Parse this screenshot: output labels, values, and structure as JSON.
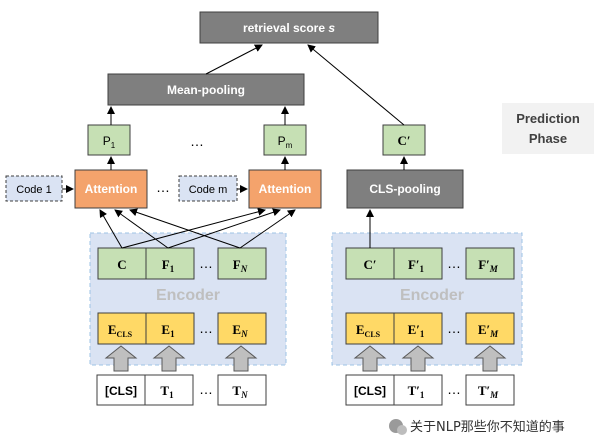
{
  "top": {
    "score_label": "retrieval score",
    "score_var": "s"
  },
  "left": {
    "mean_pooling": "Mean-pooling",
    "p1": {
      "base": "P",
      "sub": "1"
    },
    "pm": {
      "base": "P",
      "sub": "m"
    },
    "p_ellipsis": "…",
    "code1": "Code 1",
    "codem": "Code m",
    "attention": "Attention",
    "att_ellipsis": "…",
    "encoder": "Encoder",
    "out": {
      "c": "C",
      "f1_base": "F",
      "f1_sub": "1",
      "fn_base": "F",
      "fn_sub": "N",
      "ellipsis": "…"
    },
    "emb": {
      "ecls_base": "E",
      "ecls_sub": "CLS",
      "e1_base": "E",
      "e1_sub": "1",
      "en_base": "E",
      "en_sub": "N",
      "ellipsis": "…"
    },
    "tok": {
      "cls": "[CLS]",
      "t1_base": "T",
      "t1_sub": "1",
      "tn_base": "T",
      "tn_sub": "N",
      "ellipsis": "…"
    }
  },
  "right": {
    "c_prime": "C′",
    "cls_pooling": "CLS-pooling",
    "encoder": "Encoder",
    "out": {
      "c": "C′",
      "f1_base": "F′",
      "f1_sub": "1",
      "fm_base": "F′",
      "fm_sub": "M",
      "ellipsis": "…"
    },
    "emb": {
      "ecls_base": "E",
      "ecls_sub": "CLS",
      "e1_base": "E′",
      "e1_sub": "1",
      "em_base": "E′",
      "em_sub": "M",
      "ellipsis": "…"
    },
    "tok": {
      "cls": "[CLS]",
      "t1_base": "T′",
      "t1_sub": "1",
      "tm_base": "T′",
      "tm_sub": "M",
      "ellipsis": "…"
    }
  },
  "phase": {
    "line1": "Prediction",
    "line2": "Phase"
  },
  "watermark": {
    "text": "关于NLP那些你不知道的事",
    "icon": "wechat-icon"
  },
  "colors": {
    "gray": "#7f7f7f",
    "green": "#c6e0b4",
    "yellow": "#ffd966",
    "orange": "#f4a36c",
    "panel": "#dae3f3",
    "encoder_text": "#bfbfbf"
  }
}
